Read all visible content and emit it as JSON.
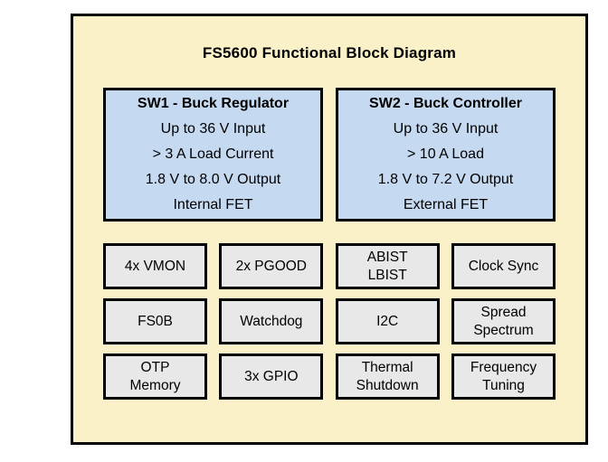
{
  "title": "FS5600 Functional Block Diagram",
  "colors": {
    "background": "#FAF1C8",
    "regulator_block": "#C5D9F0",
    "feature_block": "#E8E8E8",
    "border": "#000000"
  },
  "regulators": [
    {
      "title": "SW1 - Buck Regulator",
      "lines": [
        "Up to 36 V Input",
        "> 3 A Load Current",
        "1.8 V to 8.0 V Output",
        "Internal FET"
      ]
    },
    {
      "title": "SW2 - Buck Controller",
      "lines": [
        "Up to 36 V Input",
        "> 10 A Load",
        "1.8 V to 7.2 V Output",
        "External FET"
      ]
    }
  ],
  "feature_blocks": [
    "4x VMON",
    "2x PGOOD",
    "ABIST\nLBIST",
    "Clock Sync",
    "FS0B",
    "Watchdog",
    "I2C",
    "Spread\nSpectrum",
    "OTP\nMemory",
    "3x GPIO",
    "Thermal\nShutdown",
    "Frequency\nTuning"
  ]
}
